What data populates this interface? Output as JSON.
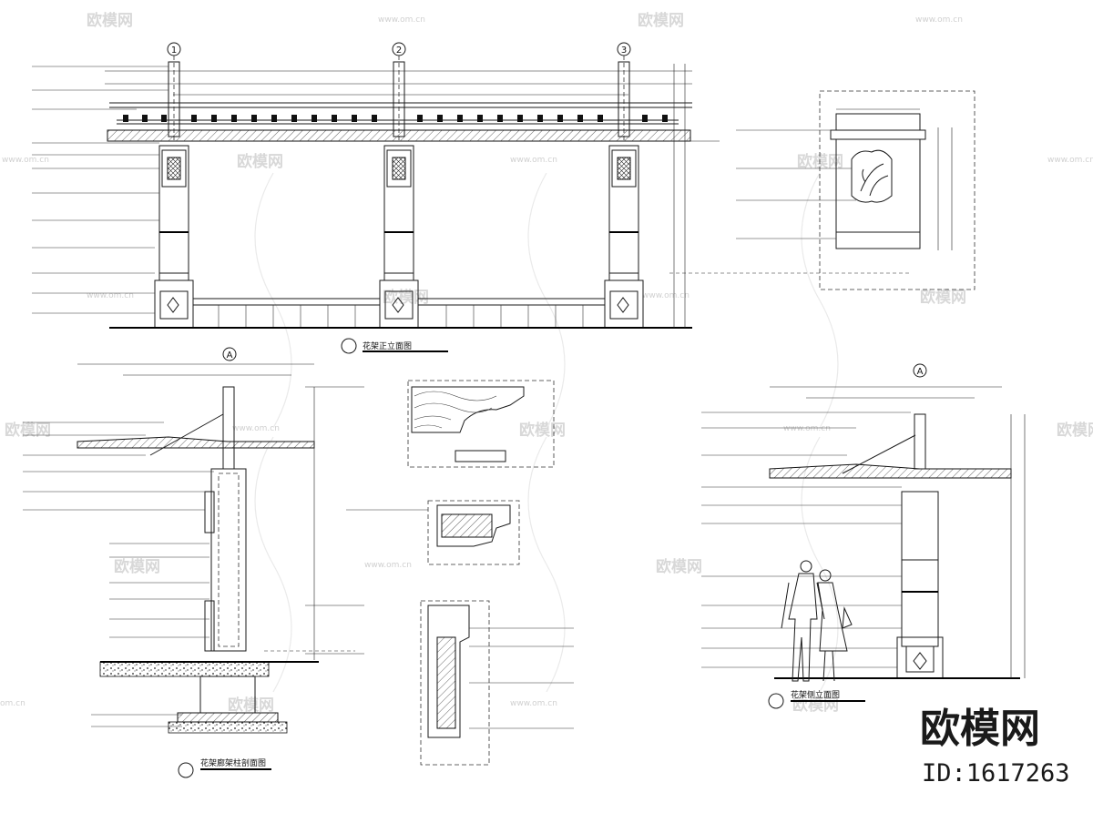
{
  "drawing": {
    "axis_labels": [
      "1",
      "2",
      "3",
      "A",
      "A"
    ],
    "views": {
      "front_elevation_title": "花架正立面图",
      "section_title": "花架廊架柱剖面图",
      "side_elevation_title": "花架侧立面图"
    }
  },
  "watermark": {
    "brand_text": "欧模网",
    "url_text": "www.om.cn",
    "short_url": "om.cn"
  },
  "branding": {
    "name": "欧模网",
    "id_text": "ID:1617263"
  },
  "icons": [
    "om-logo-icon"
  ]
}
